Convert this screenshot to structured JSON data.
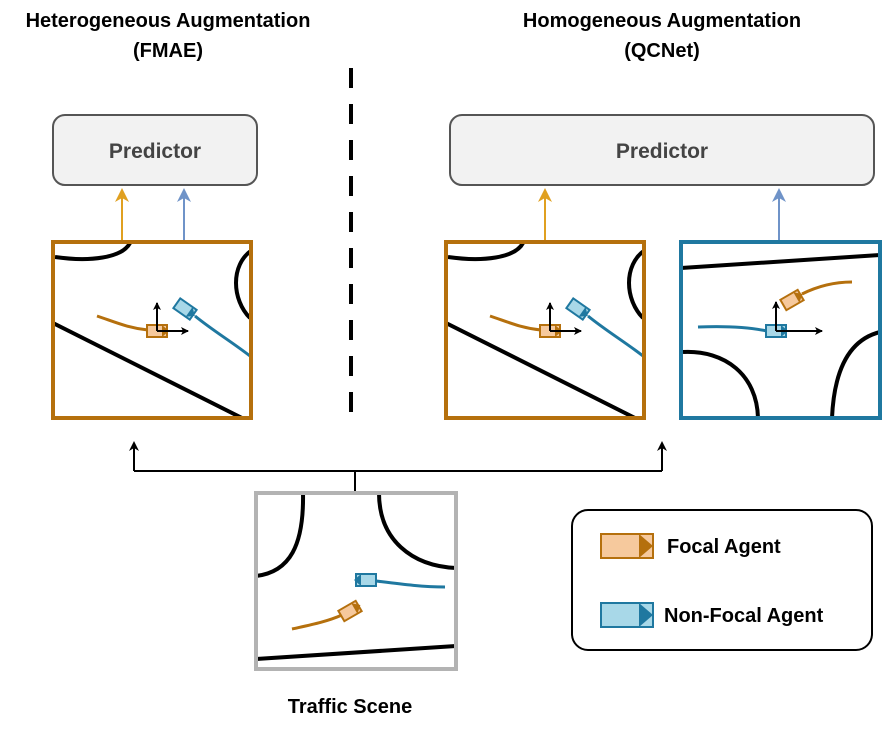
{
  "left": {
    "title_line1": "Heterogeneous Augmentation",
    "title_line2": "(FMAE)",
    "predictor_label": "Predictor"
  },
  "right": {
    "title_line1": "Homogeneous Augmentation",
    "title_line2": "(QCNet)",
    "predictor_label": "Predictor"
  },
  "scene": {
    "caption": "Traffic Scene"
  },
  "legend": {
    "focal_label": "Focal Agent",
    "non_focal_label": "Non-Focal Agent"
  },
  "colors": {
    "focal_dark": "#b5700d",
    "focal_fill": "#f6c99d",
    "focal_arrow": "#e0a020",
    "nonfocal_dark": "#1f78a0",
    "nonfocal_fill": "#a8d8e8",
    "nonfocal_arrow": "#6f93c8",
    "scene_border": "#b3b3b3",
    "predictor_fill": "#f2f2f2",
    "predictor_border": "#555555"
  }
}
